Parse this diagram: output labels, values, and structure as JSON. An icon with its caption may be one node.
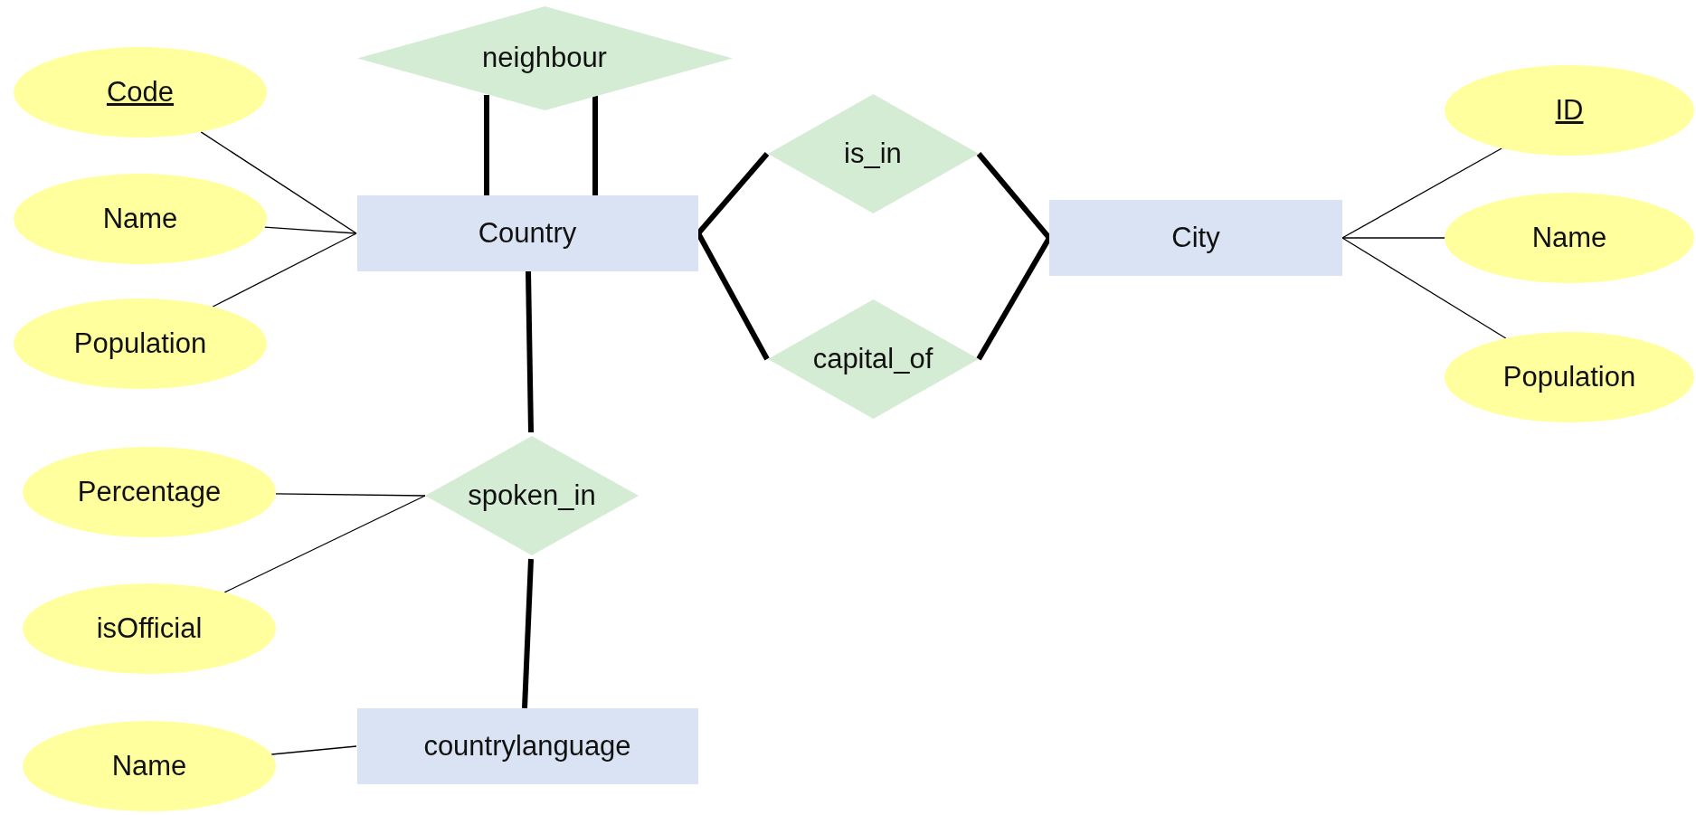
{
  "diagram": {
    "nodes": [
      {
        "text": [
          "Code"
        ]
      },
      {
        "text": [
          "Name"
        ]
      },
      {
        "text": [
          "Population"
        ]
      },
      {
        "text": [
          "neighbour"
        ]
      },
      {
        "text": [
          "Country"
        ]
      },
      {
        "text": [
          "is_in"
        ]
      },
      {
        "text": [
          "capital_of"
        ]
      },
      {
        "text": [
          "City"
        ]
      },
      {
        "text": [
          "ID"
        ]
      },
      {
        "text": [
          "Name"
        ]
      },
      {
        "text": [
          "Population"
        ]
      },
      {
        "text": [
          "spoken_in"
        ]
      },
      {
        "text": [
          "Percentage"
        ]
      },
      {
        "text": [
          "isOfficial"
        ]
      },
      {
        "text": [
          "countrylanguage"
        ]
      },
      {
        "text": [
          "Name"
        ]
      }
    ],
    "edges": [
      {
        "from": 0,
        "to": 4,
        "arrow": "none"
      },
      {
        "from": 1,
        "to": 4,
        "arrow": "none"
      },
      {
        "from": 2,
        "to": 4,
        "arrow": "none"
      },
      {
        "from": 3,
        "to": 4,
        "arrow": "none",
        "style": "thick"
      },
      {
        "from": 3,
        "to": 4,
        "arrow": "none",
        "style": "thick"
      },
      {
        "from": 5,
        "to": 4,
        "arrow": "none",
        "style": "thick"
      },
      {
        "from": 5,
        "to": 7,
        "arrow": "none",
        "style": "thick"
      },
      {
        "from": 6,
        "to": 4,
        "arrow": "none",
        "style": "thick"
      },
      {
        "from": 6,
        "to": 7,
        "arrow": "none",
        "style": "thick"
      },
      {
        "from": 4,
        "to": 11,
        "arrow": "none",
        "style": "thick"
      },
      {
        "from": 11,
        "to": 14,
        "arrow": "none",
        "style": "thick"
      },
      {
        "from": 12,
        "to": 11,
        "arrow": "none"
      },
      {
        "from": 13,
        "to": 11,
        "arrow": "none"
      },
      {
        "from": 15,
        "to": 14,
        "arrow": "none"
      },
      {
        "from": 7,
        "to": 8,
        "arrow": "none"
      },
      {
        "from": 7,
        "to": 9,
        "arrow": "none"
      },
      {
        "from": 7,
        "to": 10,
        "arrow": "none"
      }
    ]
  }
}
